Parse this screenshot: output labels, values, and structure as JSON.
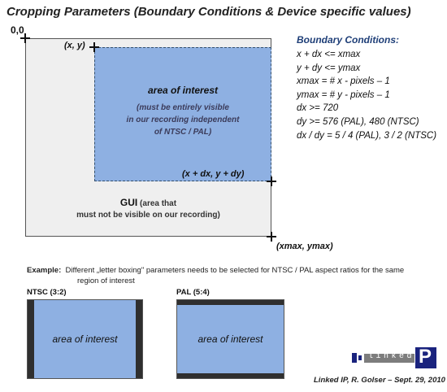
{
  "title": "Cropping Parameters (Boundary Conditions & Device specific values)",
  "diagram": {
    "origin_label": "0,0",
    "corner_tl_label": "(x, y)",
    "corner_br_label": "(x + dx, y + dy)",
    "corner_max_label": "(xmax, ymax)",
    "aoi_title": "area of interest",
    "aoi_note": [
      "(must be entirely visible",
      "in our recording independent",
      "of NTSC / PAL)"
    ],
    "gui_label_bold": "GUI",
    "gui_label_rest": "(area that",
    "gui_label_line2": "must not be visible on our recording)"
  },
  "boundary": {
    "title": "Boundary Conditions:",
    "conditions": [
      "x + dx <= xmax",
      "y + dy <= ymax",
      "xmax = # x - pixels – 1",
      "ymax = # y - pixels – 1",
      "dx >= 720",
      "dy >= 576 (PAL), 480 (NTSC)",
      "dx / dy = 5 / 4 (PAL), 3 / 2 (NTSC)"
    ]
  },
  "example": {
    "prefix": "Example:",
    "line1": "Different „letter boxing\" parameters needs to be selected for NTSC / PAL aspect ratios for the same",
    "line2": "region of interest"
  },
  "ntsc": {
    "label": "NTSC (3:2)",
    "box_text": "area of interest"
  },
  "pal": {
    "label": "PAL (5:4)",
    "box_text": "area of interest"
  },
  "logo": {
    "text": "linked",
    "letter": "P"
  },
  "credit": "Linked IP, R. Golser – Sept. 29, 2010",
  "colors": {
    "aoi_fill": "#8eb0e2",
    "screen_fill": "#efefef",
    "letterbox": "#2f2f2f",
    "logo_blue": "#1a237e",
    "logo_gray": "#7d7d7d"
  }
}
